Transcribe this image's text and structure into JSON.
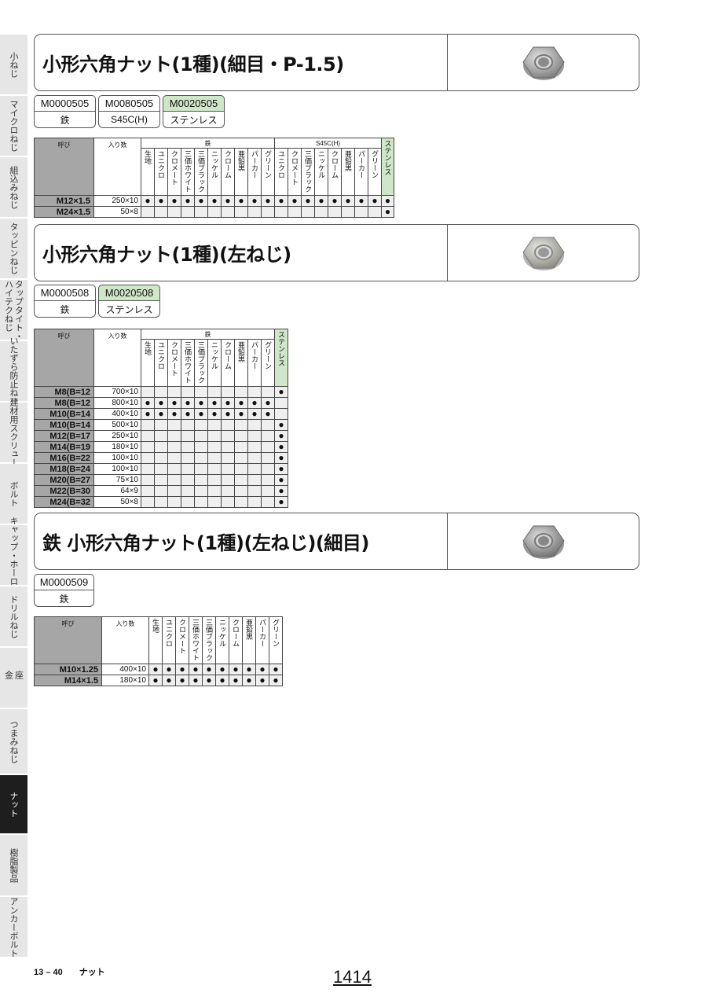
{
  "side_tabs": [
    {
      "label": "小ねじ",
      "active": false
    },
    {
      "label": "マイクロねじ",
      "active": false
    },
    {
      "label": "組込みねじ",
      "active": false
    },
    {
      "label": "タッピンねじ",
      "active": false
    },
    {
      "label": "タップタイト・\nハイテクねじ",
      "active": false
    },
    {
      "label": "いたずら防止ねじ",
      "active": false
    },
    {
      "label": "建材用スクリュー",
      "active": false
    },
    {
      "label": "ボルト",
      "active": false
    },
    {
      "label": "キャップ・ホーロー",
      "active": false
    },
    {
      "label": "ドリルねじ",
      "active": false
    },
    {
      "label": "座\n金",
      "active": false
    },
    {
      "label": "つまみねじ",
      "active": false
    },
    {
      "label": "ナット",
      "active": true
    },
    {
      "label": "樹脂製品",
      "active": false
    },
    {
      "label": "アンカーボルト",
      "active": false
    }
  ],
  "labels": {
    "yobi": "呼び",
    "irisu": "入り数",
    "group_tetsu": "鉄",
    "group_s45c": "S45C(H)",
    "stainless": "ステンレス"
  },
  "finish_columns": [
    "生地",
    "ユニクロ",
    "クロメート",
    "三価ホワイト",
    "三価ブラック",
    "ニッケル",
    "クローム",
    "亜鉛黒",
    "パーカー",
    "グリーン"
  ],
  "s45c_columns": [
    "ユニクロ",
    "クロメート",
    "三価ブラック",
    "ニッケル",
    "クローム",
    "亜鉛黒",
    "パーカー",
    "グリーン"
  ],
  "sections": [
    {
      "title": "小形六角ナット(1種)(細目・P-1.5)",
      "codes": [
        {
          "code": "M0000505",
          "material": "鉄",
          "highlight": false
        },
        {
          "code": "M0080505",
          "material": "S45C(H)",
          "highlight": false
        },
        {
          "code": "M0020505",
          "material": "ステンレス",
          "highlight": true
        }
      ],
      "rows": [
        {
          "size": "M12×1.5",
          "qty": "250×10",
          "tetsu": [
            true,
            true,
            true,
            true,
            true,
            true,
            true,
            true,
            true,
            true
          ],
          "s45c": [
            true,
            true,
            true,
            true,
            true,
            true,
            true,
            true
          ],
          "sus": true
        },
        {
          "size": "M24×1.5",
          "qty": "50×8",
          "tetsu": [
            false,
            false,
            false,
            false,
            false,
            false,
            false,
            false,
            false,
            false
          ],
          "s45c": [
            false,
            false,
            false,
            false,
            false,
            false,
            false,
            false
          ],
          "sus": true
        }
      ]
    },
    {
      "title": "小形六角ナット(1種)(左ねじ)",
      "codes": [
        {
          "code": "M0000508",
          "material": "鉄",
          "highlight": false
        },
        {
          "code": "M0020508",
          "material": "ステンレス",
          "highlight": true
        }
      ],
      "rows": [
        {
          "size": "M8(B=12",
          "qty": "700×10",
          "tetsu": [
            false,
            false,
            false,
            false,
            false,
            false,
            false,
            false,
            false,
            false
          ],
          "sus": true
        },
        {
          "size": "M8(B=12",
          "qty": "800×10",
          "tetsu": [
            true,
            true,
            true,
            true,
            true,
            true,
            true,
            true,
            true,
            true
          ],
          "sus": false
        },
        {
          "size": "M10(B=14",
          "qty": "400×10",
          "tetsu": [
            true,
            true,
            true,
            true,
            true,
            true,
            true,
            true,
            true,
            true
          ],
          "sus": false
        },
        {
          "size": "M10(B=14",
          "qty": "500×10",
          "tetsu": [
            false,
            false,
            false,
            false,
            false,
            false,
            false,
            false,
            false,
            false
          ],
          "sus": true
        },
        {
          "size": "M12(B=17",
          "qty": "250×10",
          "tetsu": [
            false,
            false,
            false,
            false,
            false,
            false,
            false,
            false,
            false,
            false
          ],
          "sus": true
        },
        {
          "size": "M14(B=19",
          "qty": "180×10",
          "tetsu": [
            false,
            false,
            false,
            false,
            false,
            false,
            false,
            false,
            false,
            false
          ],
          "sus": true
        },
        {
          "size": "M16(B=22",
          "qty": "100×10",
          "tetsu": [
            false,
            false,
            false,
            false,
            false,
            false,
            false,
            false,
            false,
            false
          ],
          "sus": true
        },
        {
          "size": "M18(B=24",
          "qty": "100×10",
          "tetsu": [
            false,
            false,
            false,
            false,
            false,
            false,
            false,
            false,
            false,
            false
          ],
          "sus": true
        },
        {
          "size": "M20(B=27",
          "qty": "75×10",
          "tetsu": [
            false,
            false,
            false,
            false,
            false,
            false,
            false,
            false,
            false,
            false
          ],
          "sus": true
        },
        {
          "size": "M22(B=30",
          "qty": "64×9",
          "tetsu": [
            false,
            false,
            false,
            false,
            false,
            false,
            false,
            false,
            false,
            false
          ],
          "sus": true
        },
        {
          "size": "M24(B=32",
          "qty": "50×8",
          "tetsu": [
            false,
            false,
            false,
            false,
            false,
            false,
            false,
            false,
            false,
            false
          ],
          "sus": true
        }
      ]
    },
    {
      "title": "鉄 小形六角ナット(1種)(左ねじ)(細目)",
      "codes": [
        {
          "code": "M0000509",
          "material": "鉄",
          "highlight": false
        }
      ],
      "rows": [
        {
          "size": "M10×1.25",
          "qty": "400×10",
          "tetsu": [
            true,
            true,
            true,
            true,
            true,
            true,
            true,
            true,
            true,
            true
          ]
        },
        {
          "size": "M14×1.5",
          "qty": "180×10",
          "tetsu": [
            true,
            true,
            true,
            true,
            true,
            true,
            true,
            true,
            true,
            true
          ]
        }
      ]
    }
  ],
  "footer": {
    "page_ref": "13 – 40",
    "category": "ナット",
    "page_number": "1414"
  },
  "icons": {
    "product": "hex-nut-photo"
  },
  "colors": {
    "stainless_highlight": "#cfe6c8",
    "header_gray": "#a6a6a6",
    "active_tab": "#1e1e1e"
  }
}
